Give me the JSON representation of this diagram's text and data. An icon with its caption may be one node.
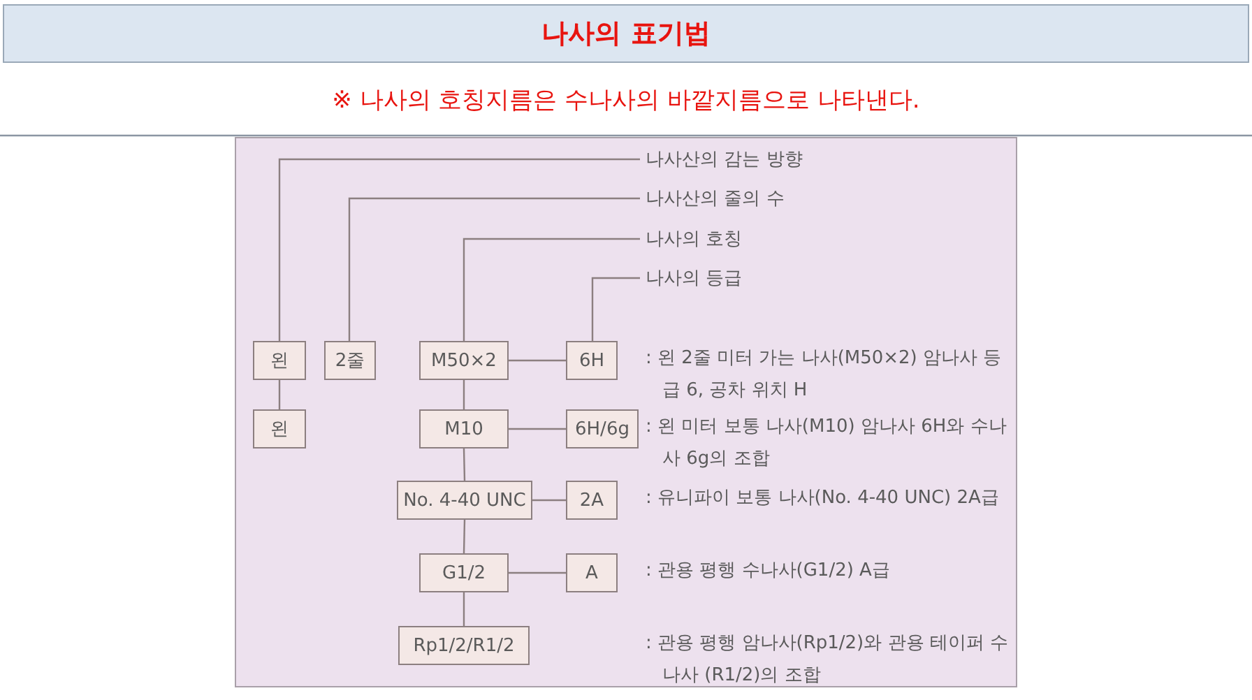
{
  "diagram": {
    "title": "나사의 표기법",
    "nodes": [
      {
        "text": [
          "나사산의 감는 방향"
        ]
      },
      {
        "text": [
          "나사산의 줄의 수"
        ]
      },
      {
        "text": [
          "나사의 호칭"
        ]
      },
      {
        "text": [
          "나사의 등급"
        ]
      },
      {
        "text": [
          "왼"
        ]
      },
      {
        "text": [
          "2줄"
        ]
      },
      {
        "text": [
          "M50×2"
        ]
      },
      {
        "text": [
          "6H"
        ]
      },
      {
        "text": [
          "왼"
        ]
      },
      {
        "text": [
          "M10"
        ]
      },
      {
        "text": [
          "6H/6g"
        ]
      },
      {
        "text": [
          "No. 4-40 UNC"
        ]
      },
      {
        "text": [
          "2A"
        ]
      },
      {
        "text": [
          "G1/2"
        ]
      },
      {
        "text": [
          "A"
        ]
      },
      {
        "text": [
          "Rp1/2/R1/2"
        ]
      }
    ],
    "edges": [
      {
        "from": 0,
        "to": 4,
        "arrow": "none"
      },
      {
        "from": 1,
        "to": 5,
        "arrow": "none"
      },
      {
        "from": 2,
        "to": 6,
        "arrow": "none"
      },
      {
        "from": 3,
        "to": 7,
        "arrow": "none"
      },
      {
        "from": 6,
        "to": 7,
        "arrow": "none"
      },
      {
        "from": 4,
        "to": 8,
        "arrow": "none"
      },
      {
        "from": 6,
        "to": 9,
        "arrow": "none"
      },
      {
        "from": 9,
        "to": 10,
        "arrow": "none"
      },
      {
        "from": 9,
        "to": 11,
        "arrow": "none"
      },
      {
        "from": 11,
        "to": 12,
        "arrow": "none"
      },
      {
        "from": 11,
        "to": 13,
        "arrow": "none"
      },
      {
        "from": 13,
        "to": 14,
        "arrow": "none"
      },
      {
        "from": 13,
        "to": 15,
        "arrow": "none"
      }
    ],
    "labels": [
      "※ 나사의 호칭지름은 수나사의 바깥지름으로 나타낸다.",
      ": 왼 2줄 미터 가는 나사(M50×2) 암나사 등급 6, 공차 위치 H",
      ": 왼 미터 보통 나사(M10) 암나사 6H와 수나사 6g의 조합",
      ": 유니파이 보통 나사(No. 4-40 UNC) 2A급",
      ": 관용 평행 수나사(G1/2) A급",
      ": 관용 평행 암나사(Rp1/2)와 관용 테이퍼 수나사 (R1/2)의 조합"
    ]
  }
}
